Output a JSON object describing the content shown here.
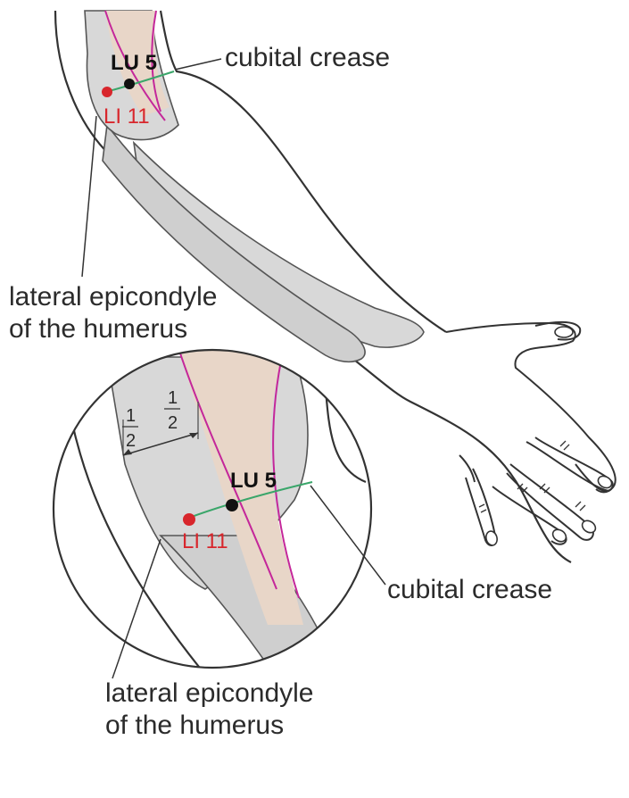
{
  "colors": {
    "outline": "#333333",
    "bone_fill": "#d8d8d8",
    "bone_stroke": "#555555",
    "muscle_fill": "#e8d6c8",
    "meridian_magenta": "#c4279a",
    "crease_green": "#3aa66a",
    "lu_point": "#111111",
    "li_point": "#d8262c"
  },
  "main_view": {
    "lu_label": "LU 5",
    "li_label": "LI 11",
    "crease_label": "cubital crease",
    "epicondyle_line1": "lateral epicondyle",
    "epicondyle_line2": "of the humerus"
  },
  "detail_view": {
    "lu_label": "LU 5",
    "li_label": "LI 11",
    "crease_label": "cubital crease",
    "epicondyle_line1": "lateral epicondyle",
    "epicondyle_line2": "of the humerus",
    "fraction_left_num": "1",
    "fraction_left_den": "2",
    "fraction_right_num": "1",
    "fraction_right_den": "2"
  }
}
